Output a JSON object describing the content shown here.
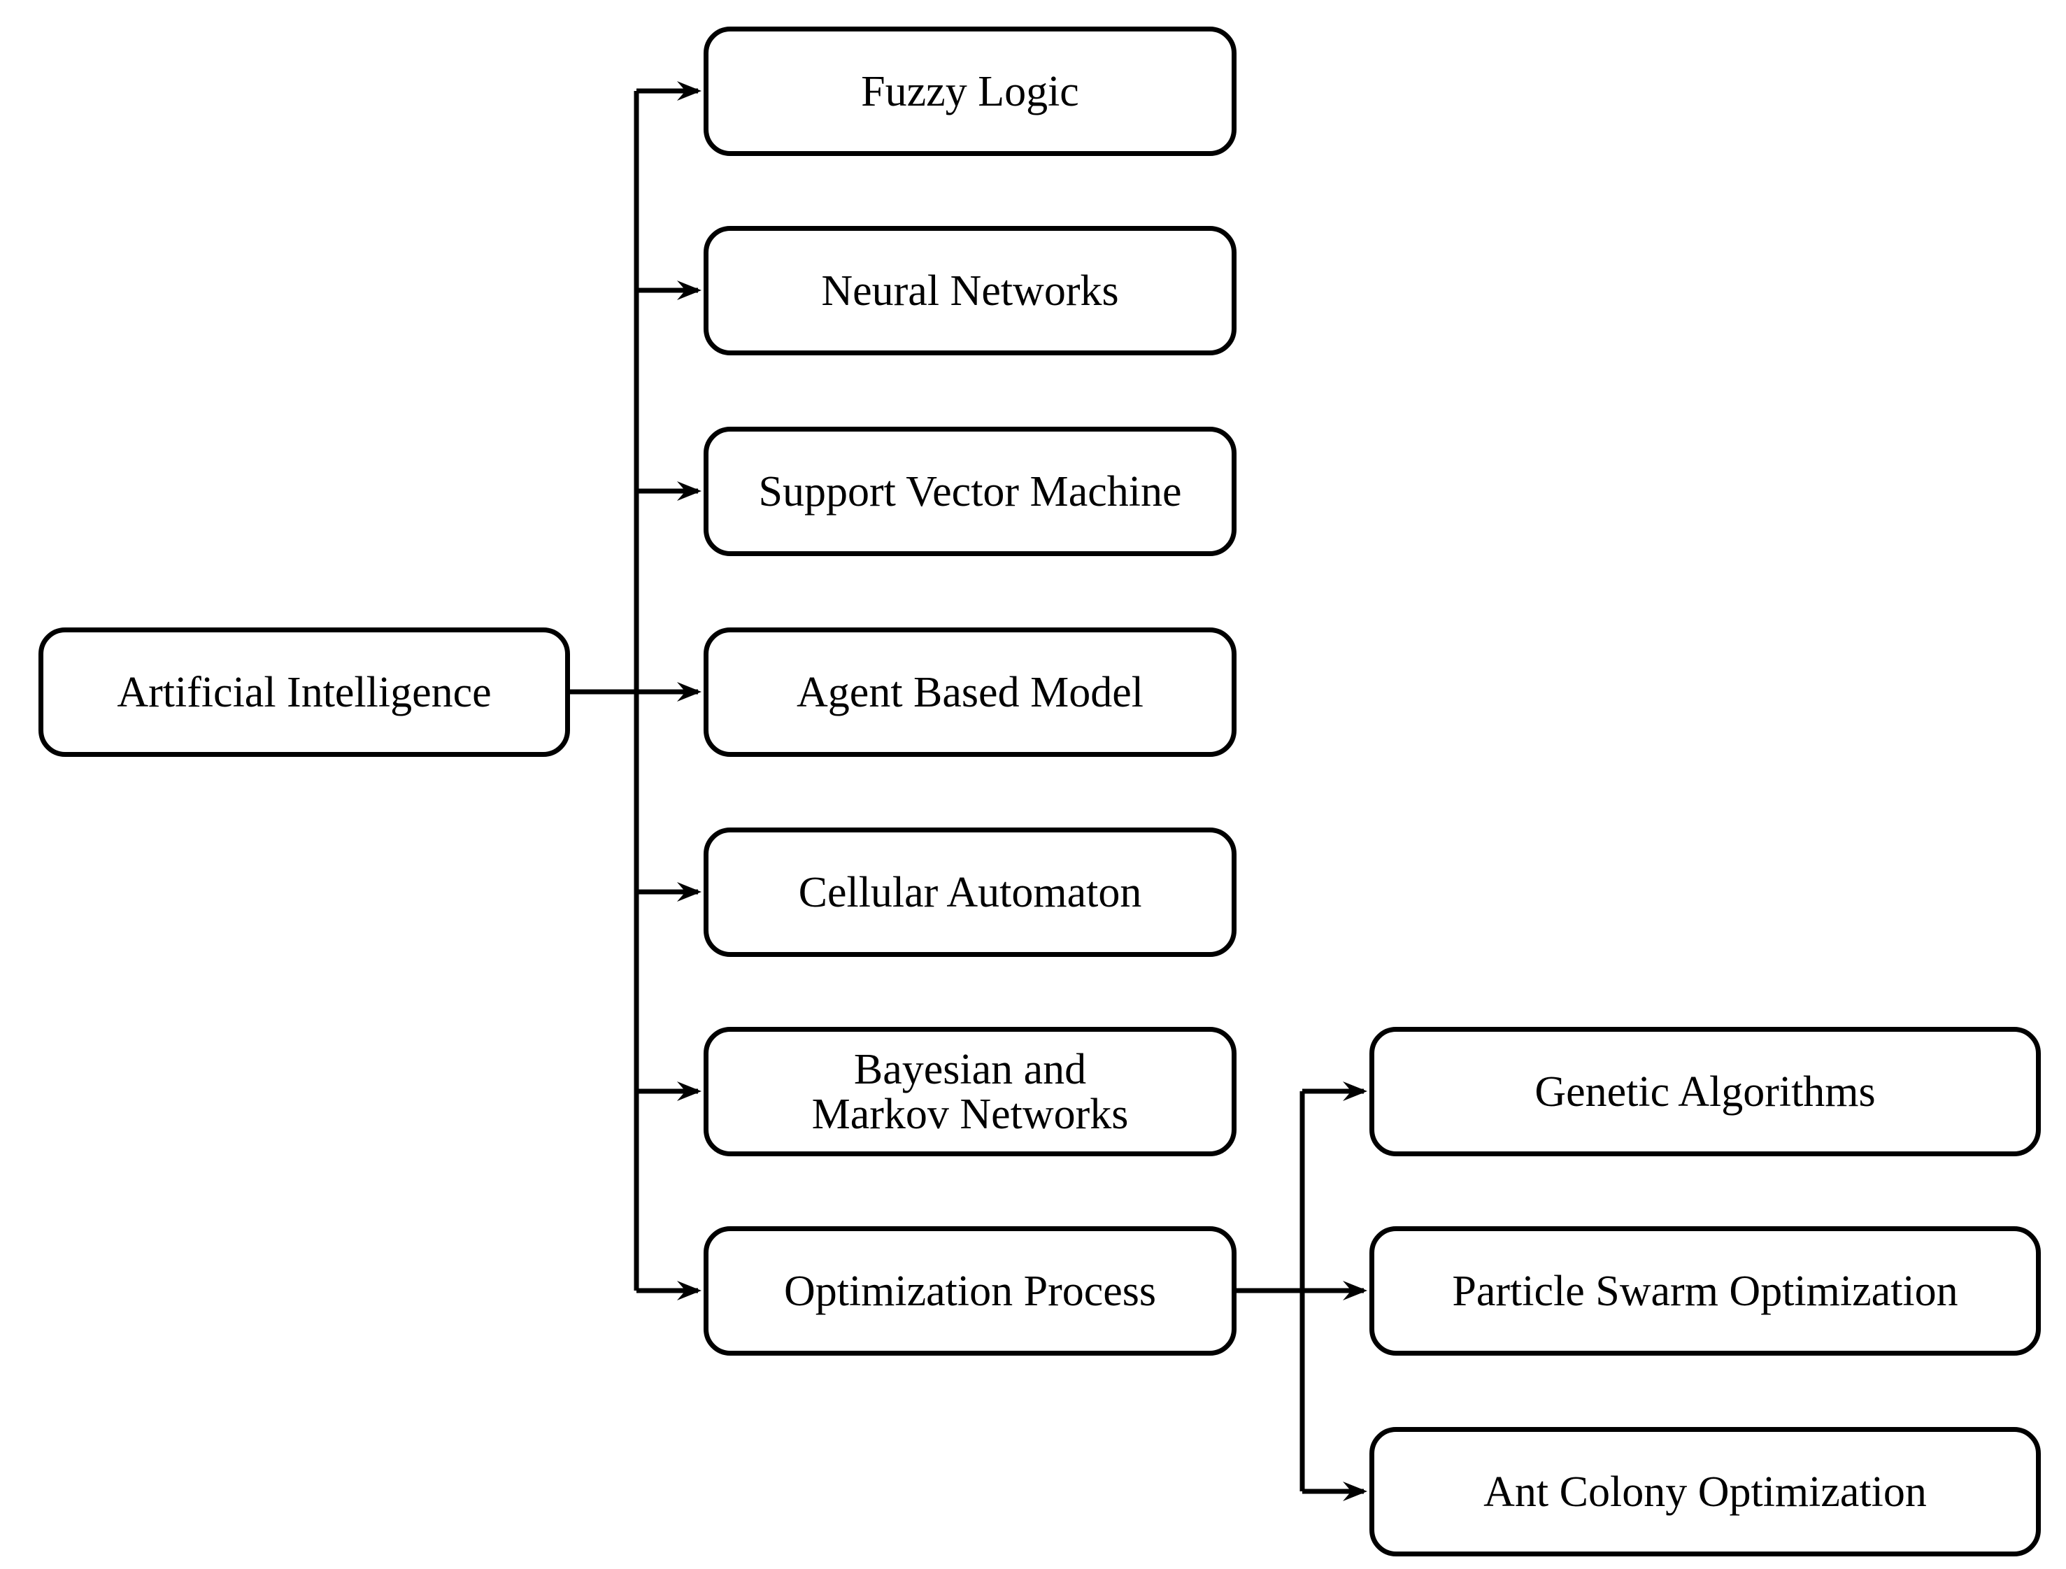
{
  "root": {
    "label": "Artificial Intelligence"
  },
  "methods": [
    {
      "label": "Fuzzy Logic"
    },
    {
      "label": "Neural Networks"
    },
    {
      "label": "Support Vector Machine"
    },
    {
      "label": "Agent Based Model"
    },
    {
      "label": "Cellular Automaton"
    },
    {
      "label": "Bayesian and Markov Networks"
    },
    {
      "label": "Optimization Process"
    }
  ],
  "optimization": [
    {
      "label": "Genetic Algorithms"
    },
    {
      "label": "Particle Swarm Optimization"
    },
    {
      "label": "Ant Colony Optimization"
    }
  ],
  "colors": {
    "stroke": "#000000",
    "background": "#ffffff"
  }
}
